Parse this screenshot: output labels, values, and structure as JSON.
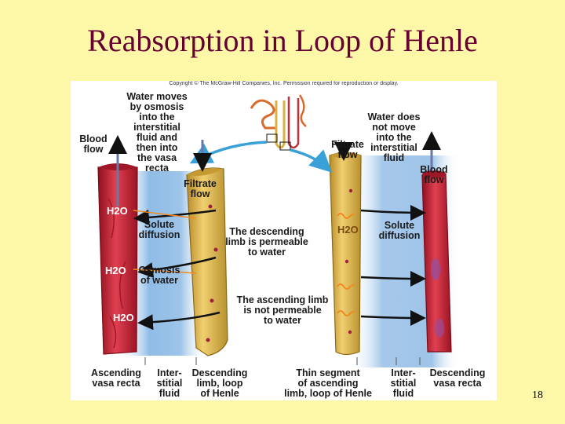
{
  "slide": {
    "title": "Reabsorption in Loop of Henle",
    "page_number": "18"
  },
  "figure": {
    "copyright": "Copyright © The McGraw-Hill Companies, Inc. Permission required for reproduction or display.",
    "labels": {
      "water_moves": "Water moves\nby osmosis\ninto the\ninterstitial\nfluid and\nthen into\nthe vasa\nrecta",
      "blood_flow_left": "Blood\nflow",
      "filtrate_flow_left": "Filtrate\nflow",
      "solute_diffusion_left": "Solute\ndiffusion",
      "osmosis_of_water": "Osmosis\nof water",
      "descending_permeable": "The descending\nlimb is permeable\nto water",
      "ascending_not_permeable": "The ascending limb\nis not permeable\nto water",
      "water_does_not_move": "Water does\nnot move\ninto the\ninterstitial\nfluid",
      "filtrate_flow_right": "Filtrate\nflow",
      "blood_flow_right": "Blood\nflow",
      "solute_diffusion_right": "Solute\ndiffusion",
      "ascending_vasa_recta": "Ascending\nvasa recta",
      "interstitial_fluid_left": "Inter-\nstitial\nfluid",
      "descending_limb": "Descending\nlimb, loop\nof Henle",
      "thin_segment": "Thin segment\nof ascending\nlimb, loop of Henle",
      "interstitial_fluid_right": "Inter-\nstitial\nfluid",
      "descending_vasa_recta": "Descending\nvasa recta"
    },
    "h2o_label": "H2O",
    "colors": {
      "slide_background": "#fdf8a8",
      "title": "#660033",
      "vessel_red": "#c8283a",
      "tubule_gold": "#d9b040",
      "interstitial_blue": "#9ec4e8",
      "arrow_blue": "#3aa0d8"
    }
  }
}
